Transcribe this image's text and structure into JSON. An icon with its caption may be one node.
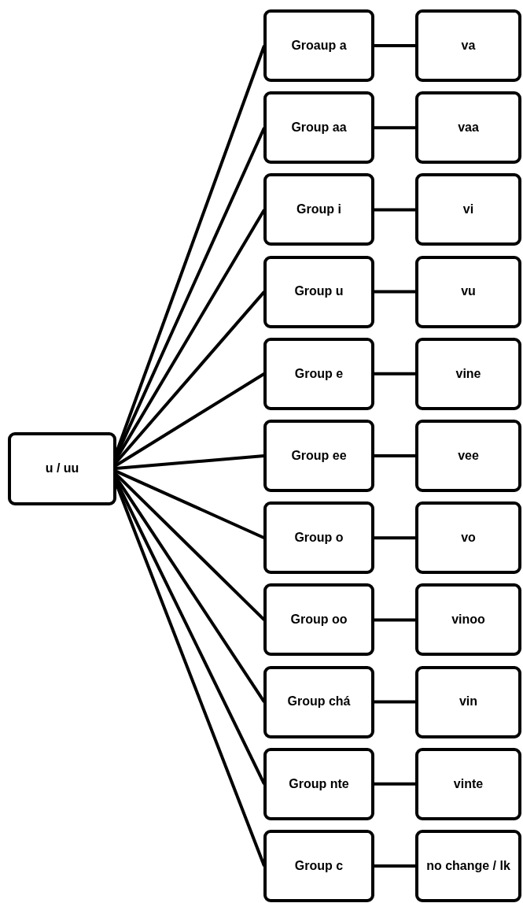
{
  "diagram": {
    "nodes": [
      {
        "text": [
          "u / uu"
        ]
      },
      {
        "text": [
          "Groaup a"
        ]
      },
      {
        "text": [
          "va"
        ]
      },
      {
        "text": [
          "Group aa"
        ]
      },
      {
        "text": [
          "vaa"
        ]
      },
      {
        "text": [
          "Group i"
        ]
      },
      {
        "text": [
          "vi"
        ]
      },
      {
        "text": [
          "Group u"
        ]
      },
      {
        "text": [
          "vu"
        ]
      },
      {
        "text": [
          "Group e"
        ]
      },
      {
        "text": [
          "vine"
        ]
      },
      {
        "text": [
          "Group ee"
        ]
      },
      {
        "text": [
          "vee"
        ]
      },
      {
        "text": [
          "Group o"
        ]
      },
      {
        "text": [
          "vo"
        ]
      },
      {
        "text": [
          "Group oo"
        ]
      },
      {
        "text": [
          "vinoo"
        ]
      },
      {
        "text": [
          "Group chá"
        ]
      },
      {
        "text": [
          "vin"
        ]
      },
      {
        "text": [
          "Group nte"
        ]
      },
      {
        "text": [
          "vinte"
        ]
      },
      {
        "text": [
          "Group c"
        ]
      },
      {
        "text": [
          "no change / lk"
        ]
      }
    ],
    "edges": [
      {
        "from": 0,
        "to": 1,
        "arrow": "none"
      },
      {
        "from": 0,
        "to": 3,
        "arrow": "none"
      },
      {
        "from": 0,
        "to": 5,
        "arrow": "none"
      },
      {
        "from": 0,
        "to": 7,
        "arrow": "none"
      },
      {
        "from": 0,
        "to": 9,
        "arrow": "none"
      },
      {
        "from": 0,
        "to": 11,
        "arrow": "none"
      },
      {
        "from": 0,
        "to": 13,
        "arrow": "none"
      },
      {
        "from": 0,
        "to": 15,
        "arrow": "none"
      },
      {
        "from": 0,
        "to": 17,
        "arrow": "none"
      },
      {
        "from": 0,
        "to": 19,
        "arrow": "none"
      },
      {
        "from": 0,
        "to": 21,
        "arrow": "none"
      },
      {
        "from": 1,
        "to": 2,
        "arrow": "none"
      },
      {
        "from": 3,
        "to": 4,
        "arrow": "none"
      },
      {
        "from": 5,
        "to": 6,
        "arrow": "none"
      },
      {
        "from": 7,
        "to": 8,
        "arrow": "none"
      },
      {
        "from": 9,
        "to": 10,
        "arrow": "none"
      },
      {
        "from": 11,
        "to": 12,
        "arrow": "none"
      },
      {
        "from": 13,
        "to": 14,
        "arrow": "none"
      },
      {
        "from": 15,
        "to": 16,
        "arrow": "none"
      },
      {
        "from": 17,
        "to": 18,
        "arrow": "none"
      },
      {
        "from": 19,
        "to": 20,
        "arrow": "none"
      },
      {
        "from": 21,
        "to": 22,
        "arrow": "none"
      }
    ]
  }
}
